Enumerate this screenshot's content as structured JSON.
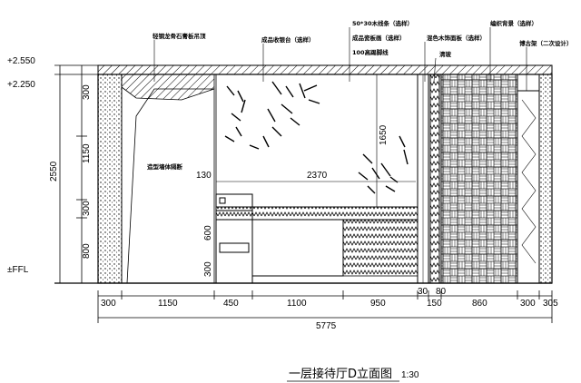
{
  "title": {
    "main": "一层接待厅D立面图",
    "scale": "1:30"
  },
  "levels": [
    "+2.550",
    "+2.250",
    "±FFL"
  ],
  "vertical_dims": [
    "300",
    "1150",
    "2550",
    "300",
    "800",
    "600",
    "300",
    "1650",
    "130"
  ],
  "horizontal_dims": [
    "300",
    "1150",
    "450",
    "1100",
    "950",
    "30",
    "150",
    "860",
    "300",
    "305",
    "80"
  ],
  "overall_width": "5775",
  "inner_dim": "2370",
  "annotations": {
    "ceiling": "轻钢龙骨石膏板吊顶",
    "shelf": "成品收银台（选样）",
    "wood_strip": "50*30木线条（选样）",
    "wood_panel": "成品瓷板画（选样）",
    "skirting": "100高踢脚线",
    "veneer": "混色木饰面板（选样）",
    "glass": "清玻",
    "weave": "编织背景（选样）",
    "cabinet": "博古架（二次设计）",
    "wall_art": "造型墙体隔断"
  }
}
